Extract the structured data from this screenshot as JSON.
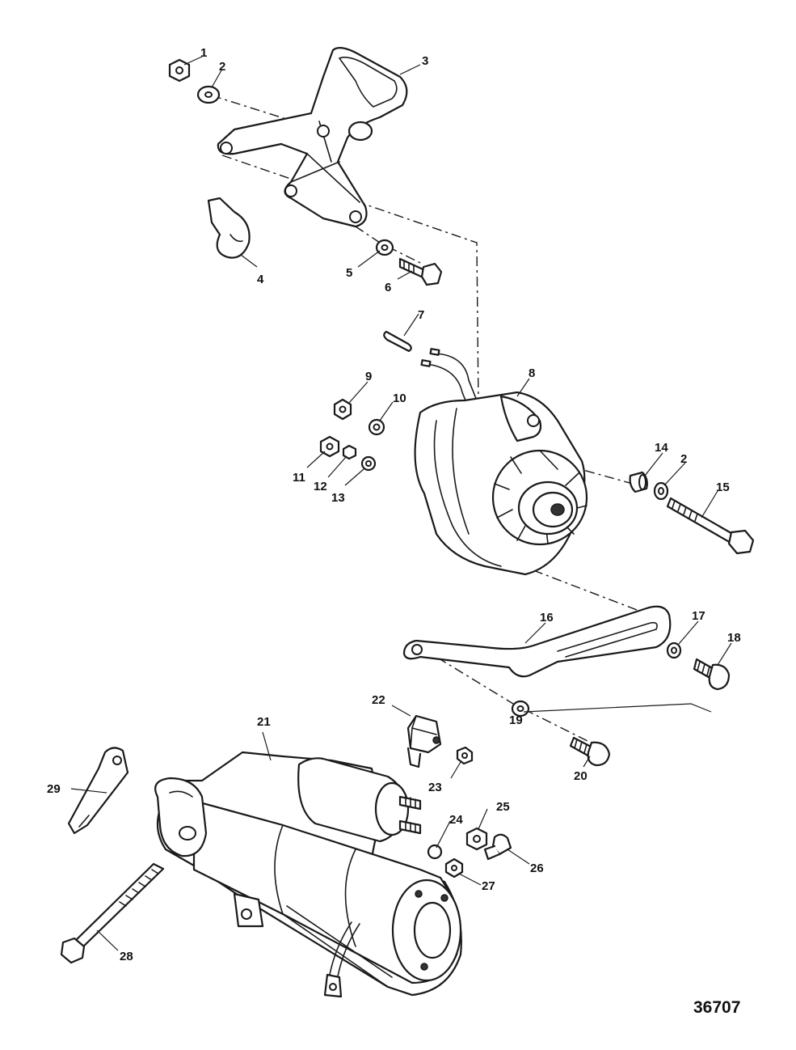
{
  "figure_number": "36707",
  "callouts": [
    "1",
    "2",
    "3",
    "4",
    "5",
    "6",
    "7",
    "8",
    "9",
    "10",
    "11",
    "12",
    "13",
    "14",
    "2",
    "15",
    "16",
    "17",
    "18",
    "19",
    "20",
    "21",
    "22",
    "23",
    "24",
    "25",
    "26",
    "27",
    "28",
    "29"
  ]
}
